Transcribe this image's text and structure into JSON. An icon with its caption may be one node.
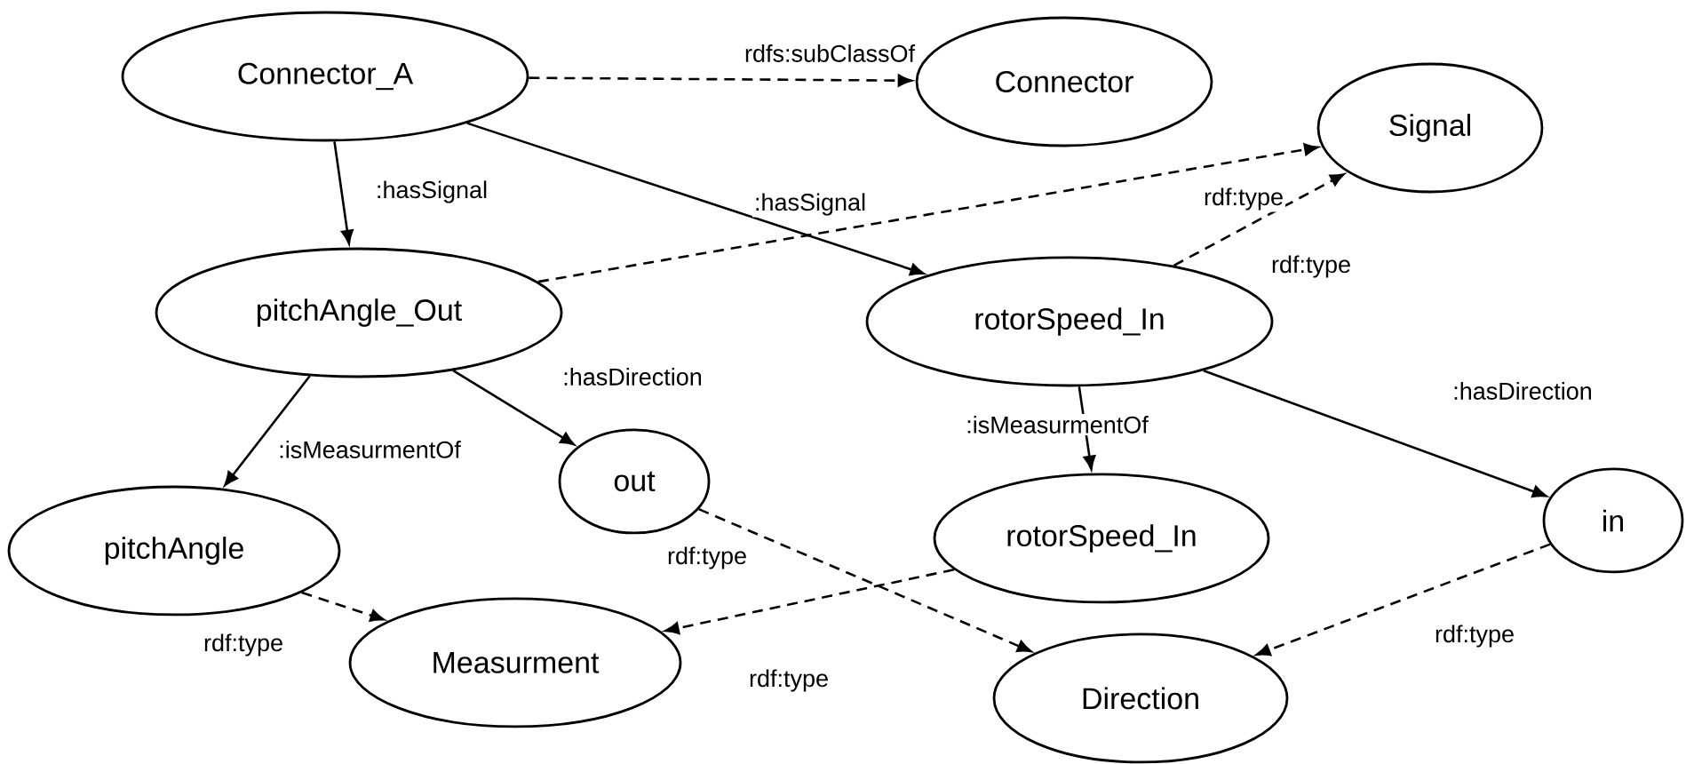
{
  "diagram": {
    "nodes": [
      {
        "text": [
          "Connector_A"
        ]
      },
      {
        "text": [
          "Connector"
        ]
      },
      {
        "text": [
          "Signal"
        ]
      },
      {
        "text": [
          "pitchAngle_Out"
        ]
      },
      {
        "text": [
          "rotorSpeed_In"
        ]
      },
      {
        "text": [
          "out"
        ]
      },
      {
        "text": [
          "rotorSpeed_In"
        ]
      },
      {
        "text": [
          "in"
        ]
      },
      {
        "text": [
          "pitchAngle"
        ]
      },
      {
        "text": [
          "Measurment"
        ]
      },
      {
        "text": [
          "Direction"
        ]
      }
    ],
    "edges": [
      {
        "from": 0,
        "to": 1,
        "arrow": "to",
        "label": "rdfs:subClassOf",
        "style": "dashed"
      },
      {
        "from": 0,
        "to": 3,
        "arrow": "to",
        "label": ":hasSignal"
      },
      {
        "from": 0,
        "to": 4,
        "arrow": "to",
        "label": ":hasSignal"
      },
      {
        "from": 3,
        "to": 2,
        "arrow": "to",
        "label": "rdf:type",
        "style": "dashed"
      },
      {
        "from": 4,
        "to": 2,
        "arrow": "to",
        "label": "rdf:type",
        "style": "dashed"
      },
      {
        "from": 3,
        "to": 5,
        "arrow": "to",
        "label": ":hasDirection"
      },
      {
        "from": 3,
        "to": 8,
        "arrow": "to",
        "label": ":isMeasurmentOf"
      },
      {
        "from": 4,
        "to": 6,
        "arrow": "to",
        "label": ":isMeasurmentOf"
      },
      {
        "from": 4,
        "to": 7,
        "arrow": "to",
        "label": ":hasDirection"
      },
      {
        "from": 5,
        "to": 10,
        "arrow": "to",
        "label": "rdf:type",
        "style": "dashed"
      },
      {
        "from": 8,
        "to": 9,
        "arrow": "to",
        "label": "rdf:type",
        "style": "dashed"
      },
      {
        "from": 6,
        "to": 9,
        "arrow": "to",
        "label": "rdf:type",
        "style": "dashed"
      },
      {
        "from": 7,
        "to": 10,
        "arrow": "to",
        "label": "rdf:type",
        "style": "dashed"
      }
    ]
  }
}
